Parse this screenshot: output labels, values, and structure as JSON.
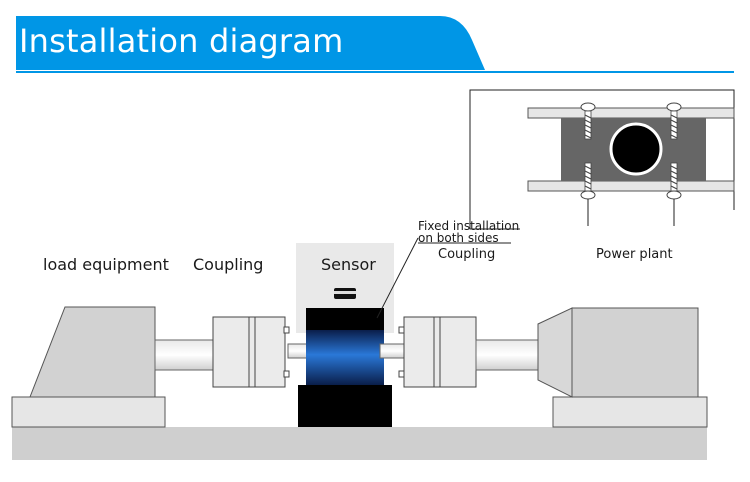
{
  "header": {
    "title": "Installation diagram",
    "color": "#0096e6"
  },
  "labels": {
    "load_equipment": "load equipment",
    "coupling_left": "Coupling",
    "sensor": "Sensor",
    "fixed_line1": "Fixed installation",
    "fixed_line2": "on both sides",
    "coupling_right": "Coupling",
    "power_plant": "Power plant"
  },
  "colors": {
    "equipment_gray": "#d2d2d2",
    "coupling_gray": "#e6e6e6",
    "base_gray": "#bdbdbd",
    "sensor_black": "#000000",
    "sensor_blue": "#1e64c8",
    "flange_dark": "#666666"
  }
}
